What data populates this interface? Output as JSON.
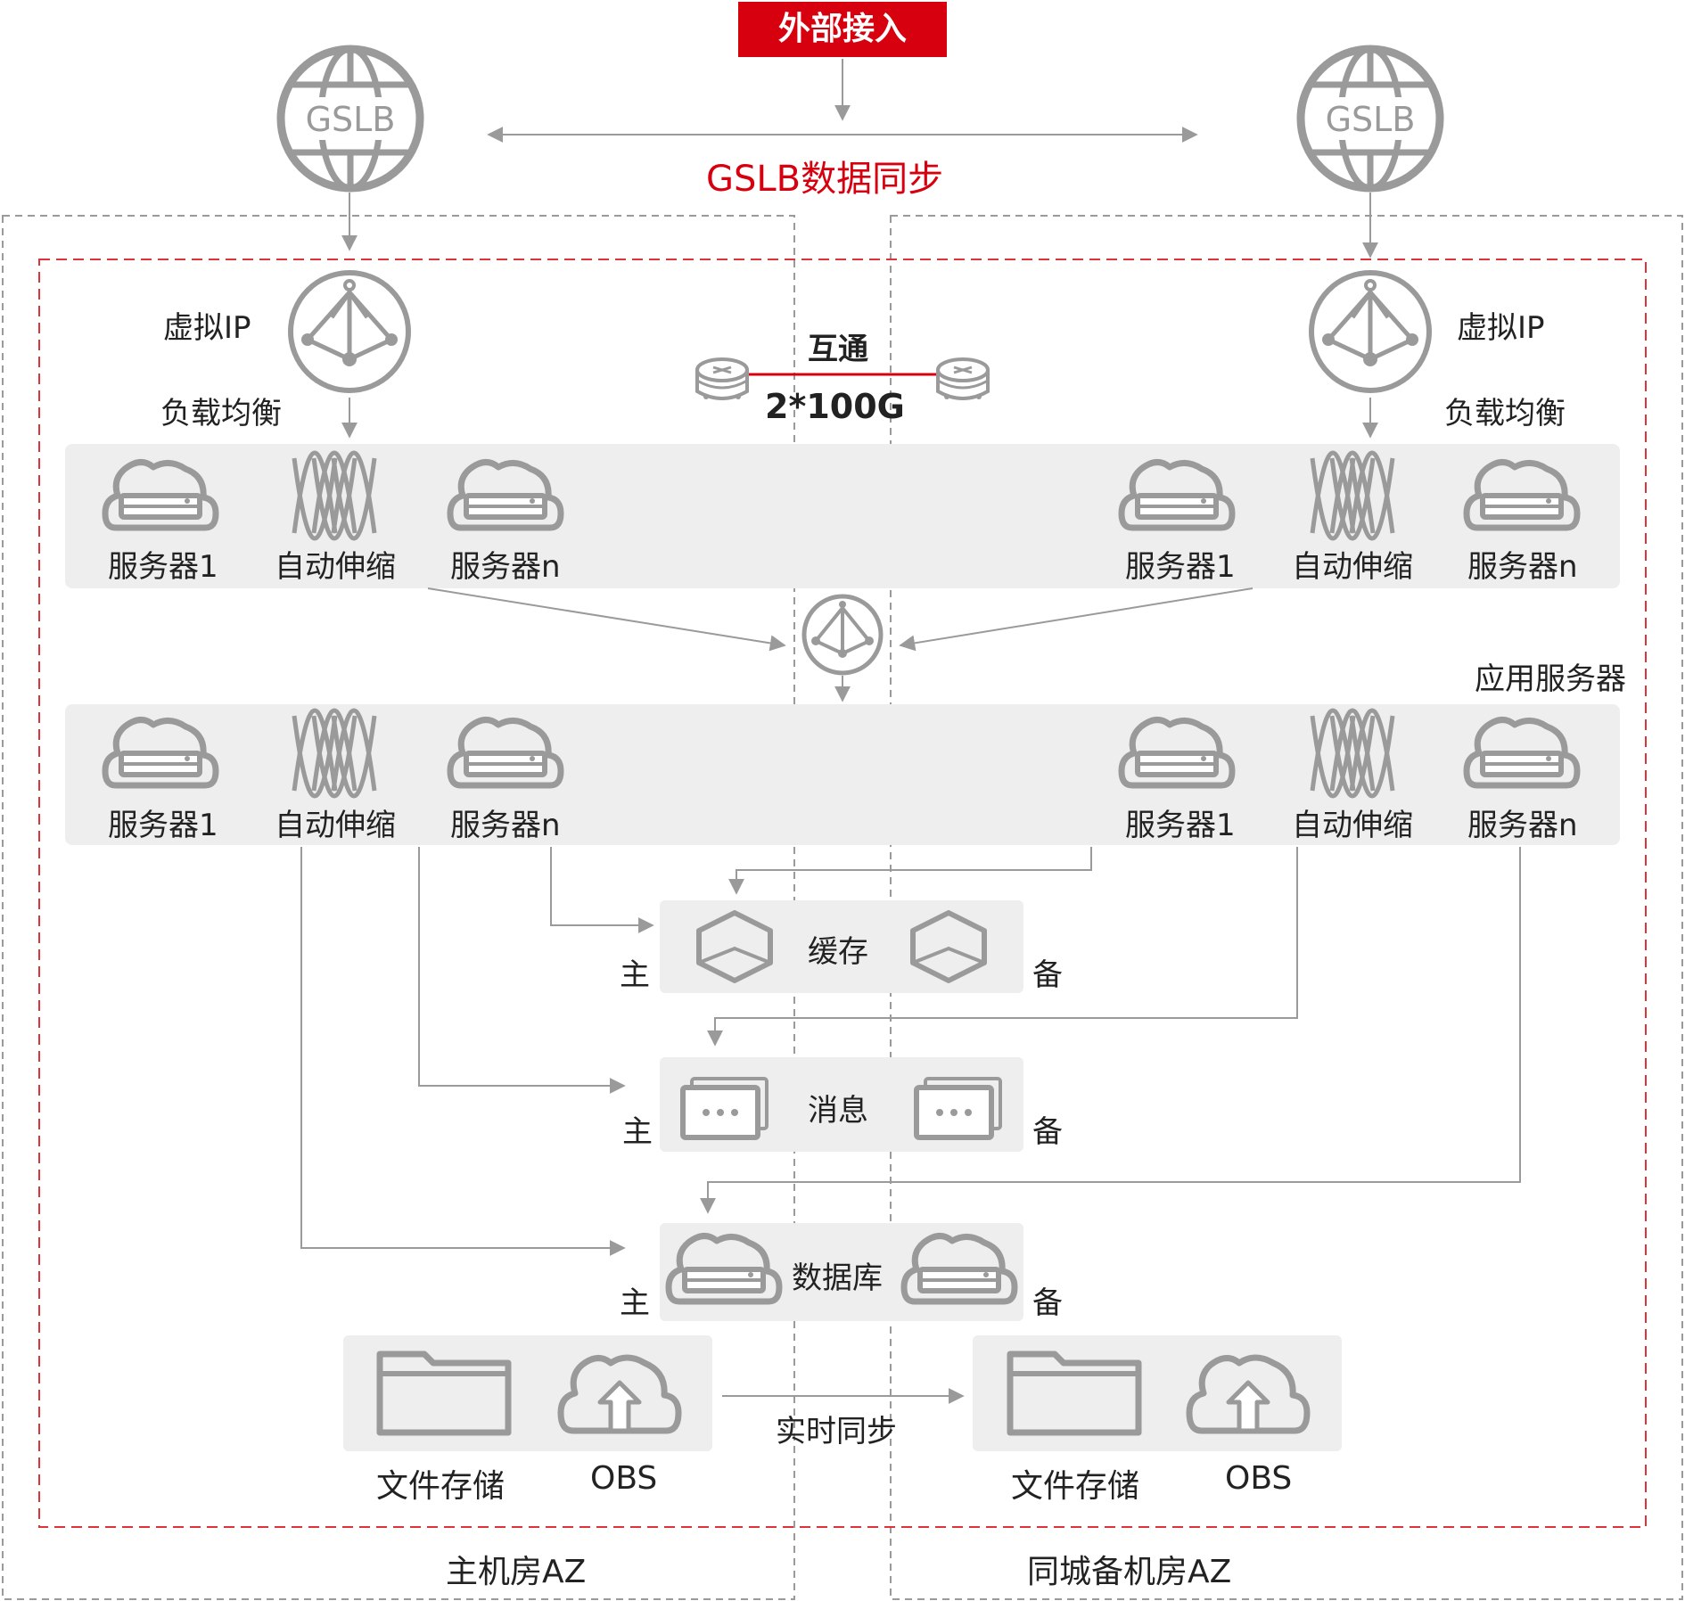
{
  "external_access": "外部接入",
  "gslb_sync": "GSLB数据同步",
  "gslb_icon_label": "GSLB",
  "interconnect": {
    "title": "互通",
    "bandwidth": "2*100G"
  },
  "az_primary": {
    "name": "主机房AZ",
    "vip_label": "虚拟IP",
    "lb_label": "负载均衡",
    "web_tier": [
      "服务器1",
      "自动伸缩",
      "服务器n"
    ],
    "app_tier": [
      "服务器1",
      "自动伸缩",
      "服务器n"
    ],
    "storage": [
      "文件存储",
      "OBS"
    ]
  },
  "az_standby": {
    "name": "同城备机房AZ",
    "vip_label": "虚拟IP",
    "lb_label": "负载均衡",
    "web_tier": [
      "服务器1",
      "自动伸缩",
      "服务器n"
    ],
    "app_tier": [
      "服务器1",
      "自动伸缩",
      "服务器n"
    ],
    "storage": [
      "文件存储",
      "OBS"
    ]
  },
  "app_server_label": "应用服务器",
  "middleware": {
    "cache": "缓存",
    "message": "消息",
    "database": "数据库",
    "primary": "主",
    "standby": "备"
  },
  "realtime_sync": "实时同步",
  "colors": {
    "accent": "#d7000f",
    "icon": "#9a9a9a",
    "panel": "#eeeeee",
    "line": "#999999"
  }
}
